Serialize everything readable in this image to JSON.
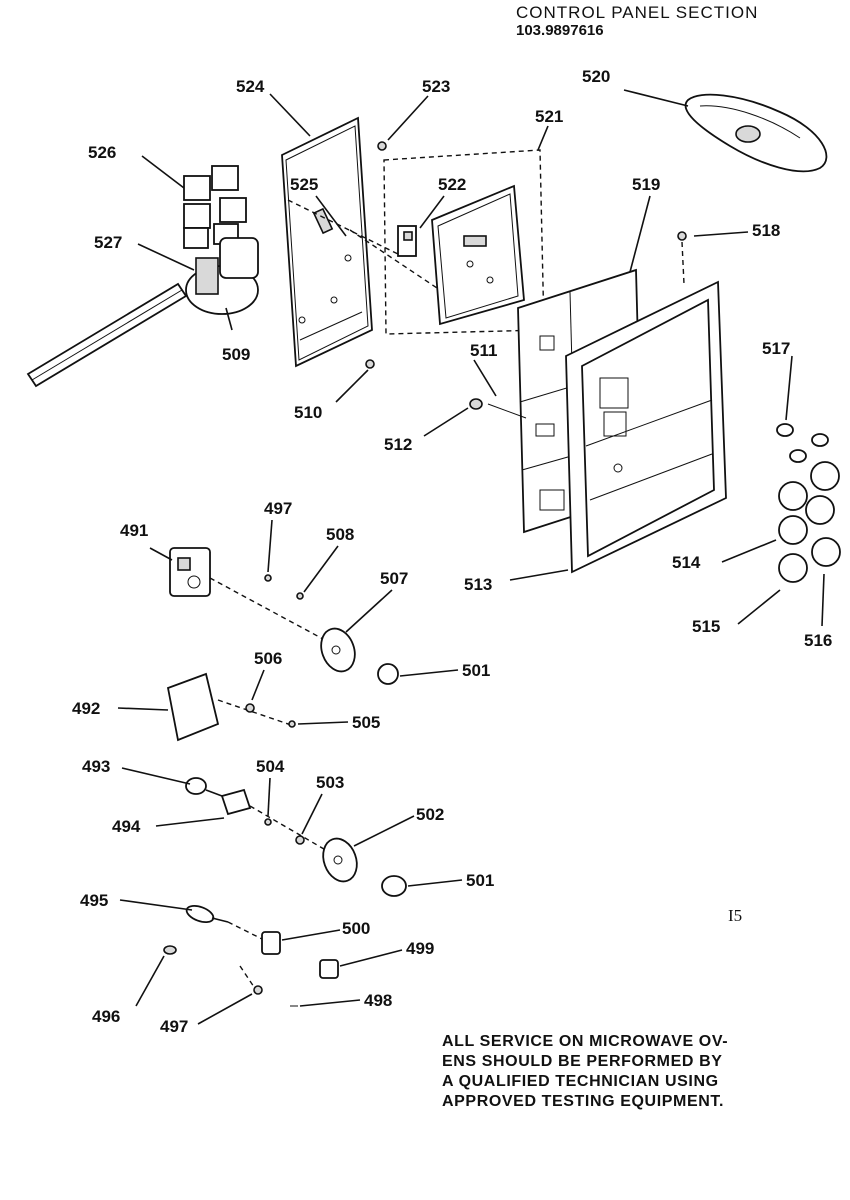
{
  "header": {
    "title": "CONTROL PANEL SECTION",
    "model": "103.9897616"
  },
  "labels": {
    "p491": "491",
    "p492": "492",
    "p493": "493",
    "p494": "494",
    "p495": "495",
    "p496": "496",
    "p497a": "497",
    "p497b": "497",
    "p498": "498",
    "p499": "499",
    "p500": "500",
    "p501a": "501",
    "p501b": "501",
    "p502": "502",
    "p503": "503",
    "p504": "504",
    "p505": "505",
    "p506": "506",
    "p507": "507",
    "p508": "508",
    "p509": "509",
    "p510": "510",
    "p511": "511",
    "p512": "512",
    "p513": "513",
    "p514": "514",
    "p515": "515",
    "p516": "516",
    "p517": "517",
    "p518": "518",
    "p519": "519",
    "p520": "520",
    "p521": "521",
    "p522": "522",
    "p523": "523",
    "p524": "524",
    "p525": "525",
    "p526": "526",
    "p527": "527"
  },
  "page_number": "I5",
  "notice": {
    "line1": "ALL SERVICE ON MICROWAVE OV-",
    "line2": "ENS SHOULD BE PERFORMED BY",
    "line3": "A QUALIFIED TECHNICIAN USING",
    "line4": "APPROVED TESTING EQUIPMENT."
  }
}
